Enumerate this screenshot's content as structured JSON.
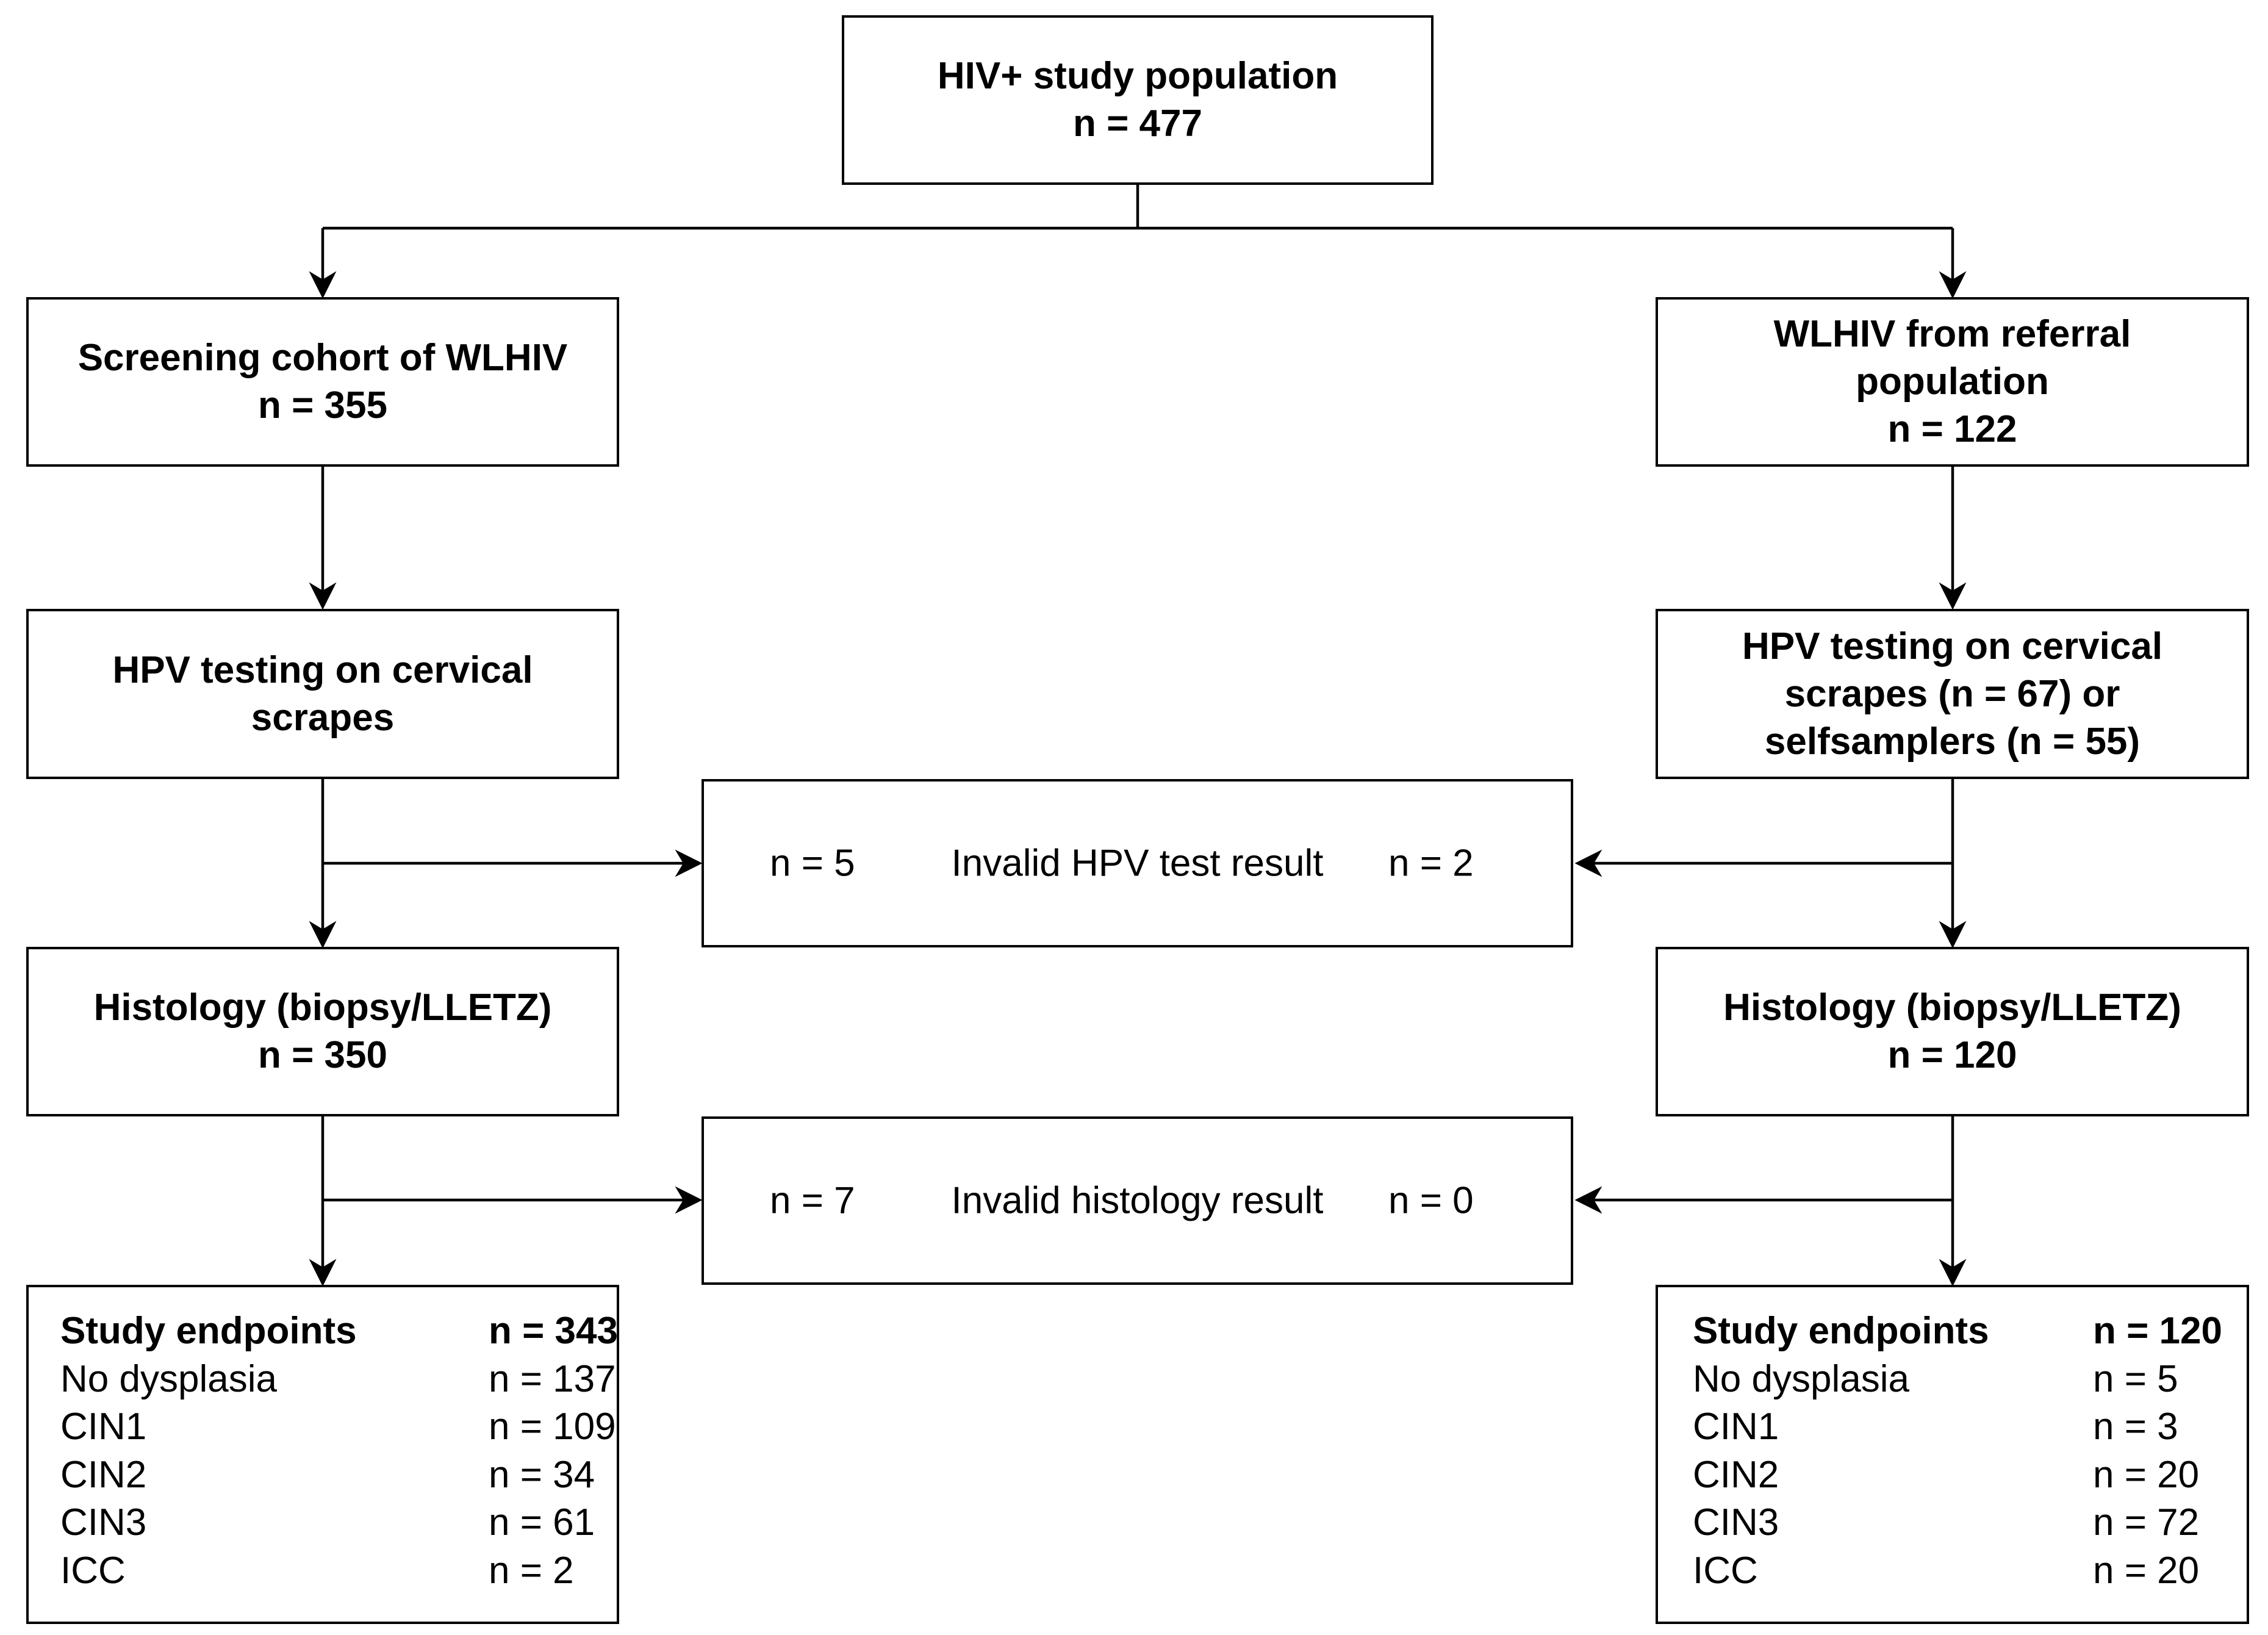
{
  "population": {
    "title": "HIV+ study population",
    "n": "n = 477"
  },
  "left": {
    "cohort": {
      "title": "Screening cohort of WLHIV",
      "n": "n = 355"
    },
    "hpv": {
      "line1": "HPV testing on cervical",
      "line2": "scrapes"
    },
    "histology": {
      "title": "Histology (biopsy/LLETZ)",
      "n": "n = 350"
    },
    "endpoints": [
      {
        "label": "Study endpoints",
        "value": "n = 343"
      },
      {
        "label": "No dysplasia",
        "value": "n = 137"
      },
      {
        "label": "CIN1",
        "value": "n = 109"
      },
      {
        "label": "CIN2",
        "value": "n = 34"
      },
      {
        "label": "CIN3",
        "value": "n = 61"
      },
      {
        "label": "ICC",
        "value": "n = 2"
      }
    ]
  },
  "right": {
    "cohort": {
      "line1": "WLHIV from referral",
      "line2": "population",
      "n": "n = 122"
    },
    "hpv": {
      "line1": "HPV testing on cervical",
      "line2": "scrapes (n = 67) or",
      "line3": "selfsamplers (n = 55)"
    },
    "histology": {
      "title": "Histology (biopsy/LLETZ)",
      "n": "n = 120"
    },
    "endpoints": [
      {
        "label": "Study endpoints",
        "value": "n = 120"
      },
      {
        "label": "No dysplasia",
        "value": "n = 5"
      },
      {
        "label": "CIN1",
        "value": "n = 3"
      },
      {
        "label": "CIN2",
        "value": "n = 20"
      },
      {
        "label": "CIN3",
        "value": "n = 72"
      },
      {
        "label": "ICC",
        "value": "n = 20"
      }
    ]
  },
  "invalid_hpv": {
    "left_n": "n = 5",
    "label": "Invalid HPV test result",
    "right_n": "n = 2"
  },
  "invalid_histology": {
    "left_n": "n = 7",
    "label": "Invalid histology result",
    "right_n": "n = 0"
  }
}
